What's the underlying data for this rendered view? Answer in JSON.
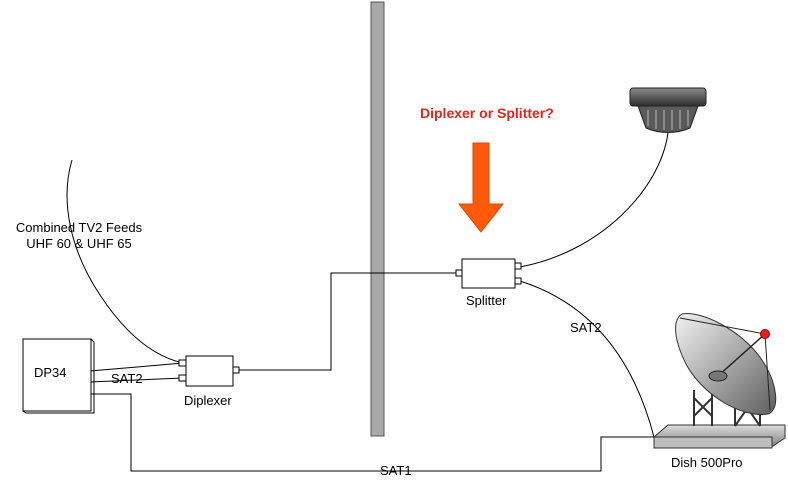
{
  "question": "Diplexer or Splitter?",
  "feeds": {
    "line1": "Combined TV2 Feeds",
    "line2": "UHF 60 & UHF 65"
  },
  "devices": {
    "receiver": "DP34",
    "diplexer": "Diplexer",
    "splitter": "Splitter",
    "dish": "Dish 500Pro"
  },
  "cables": {
    "sat1": "SAT1",
    "sat2_left": "SAT2",
    "sat2_right": "SAT2"
  },
  "colors": {
    "arrow": "#ff5a0a",
    "question": "#e0261b",
    "wall": "#a8a8a8",
    "lnb_dot": "#e8201a"
  }
}
